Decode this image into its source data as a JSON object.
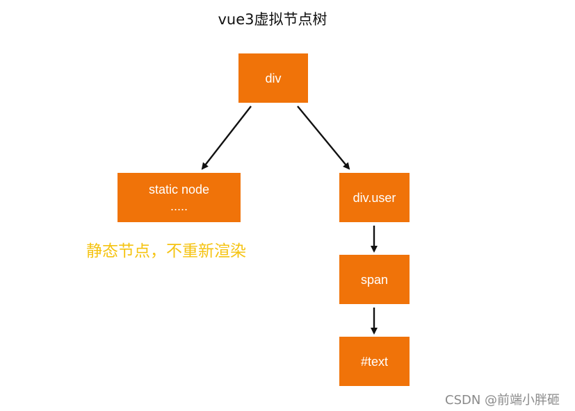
{
  "title": "vue3虚拟节点树",
  "nodes": {
    "root": "div",
    "static_line1": "static node",
    "static_line2": ".....",
    "div_user": "div.user",
    "span": "span",
    "text": "#text"
  },
  "annotation": "静态节点，不重新渲染",
  "watermark": "CSDN @前端小胖砸",
  "colors": {
    "node_fill": "#f07309",
    "node_text": "#ffffff",
    "annotation": "#f5c311",
    "arrow": "#111111",
    "watermark": "#8a8a8a"
  }
}
